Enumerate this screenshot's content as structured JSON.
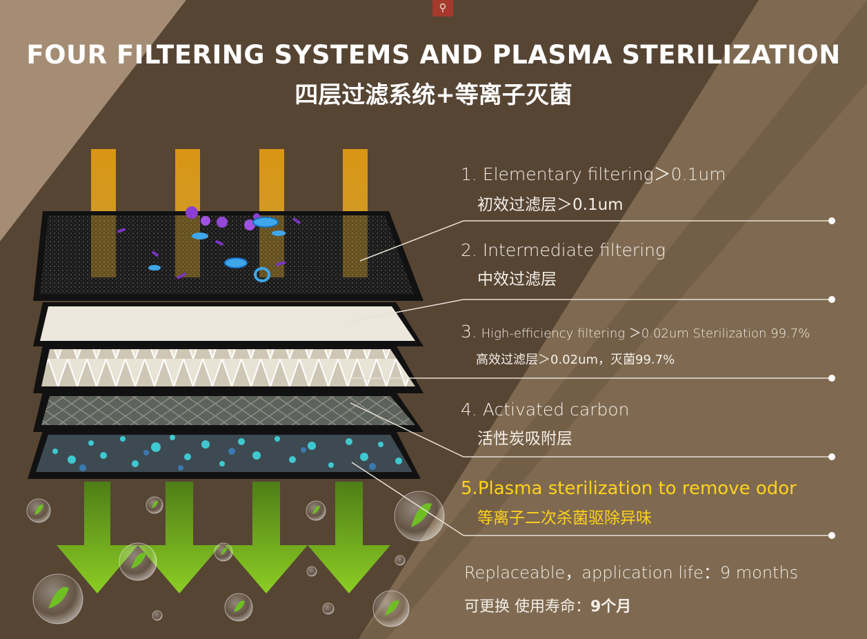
{
  "header": {
    "title_en": "FOUR FILTERING SYSTEMS AND PLASMA STERILIZATION",
    "title_zh": "四层过滤系统+等离子灭菌",
    "search_icon": "search-icon"
  },
  "layers": [
    {
      "number": "1.",
      "en": "Elementary filtering＞0.1um",
      "zh": "初效过滤层＞0.1um"
    },
    {
      "number": "2.",
      "en": "Intermediate filtering",
      "zh": "中效过滤层"
    },
    {
      "number": "3.",
      "en": "High-efficiency filtering ＞0.02um Sterilization 99.7%",
      "zh": "高效过滤层＞0.02um，灭菌99.7%"
    },
    {
      "number": "4.",
      "en": "Activated carbon",
      "zh": "活性炭吸附层"
    },
    {
      "number": "5.",
      "en": "Plasma sterilization to remove odor",
      "zh": "等离子二次杀菌驱除异味"
    }
  ],
  "note": {
    "en": "Replaceable，application life：9 months",
    "zh_prefix": "可更换 使用寿命：",
    "zh_value": "9个月"
  },
  "colors": {
    "background": "#5a4a3a",
    "highlight": "#ffd21c",
    "arrow_in": "#e8a21a",
    "arrow_out": "#7fbf1e"
  }
}
